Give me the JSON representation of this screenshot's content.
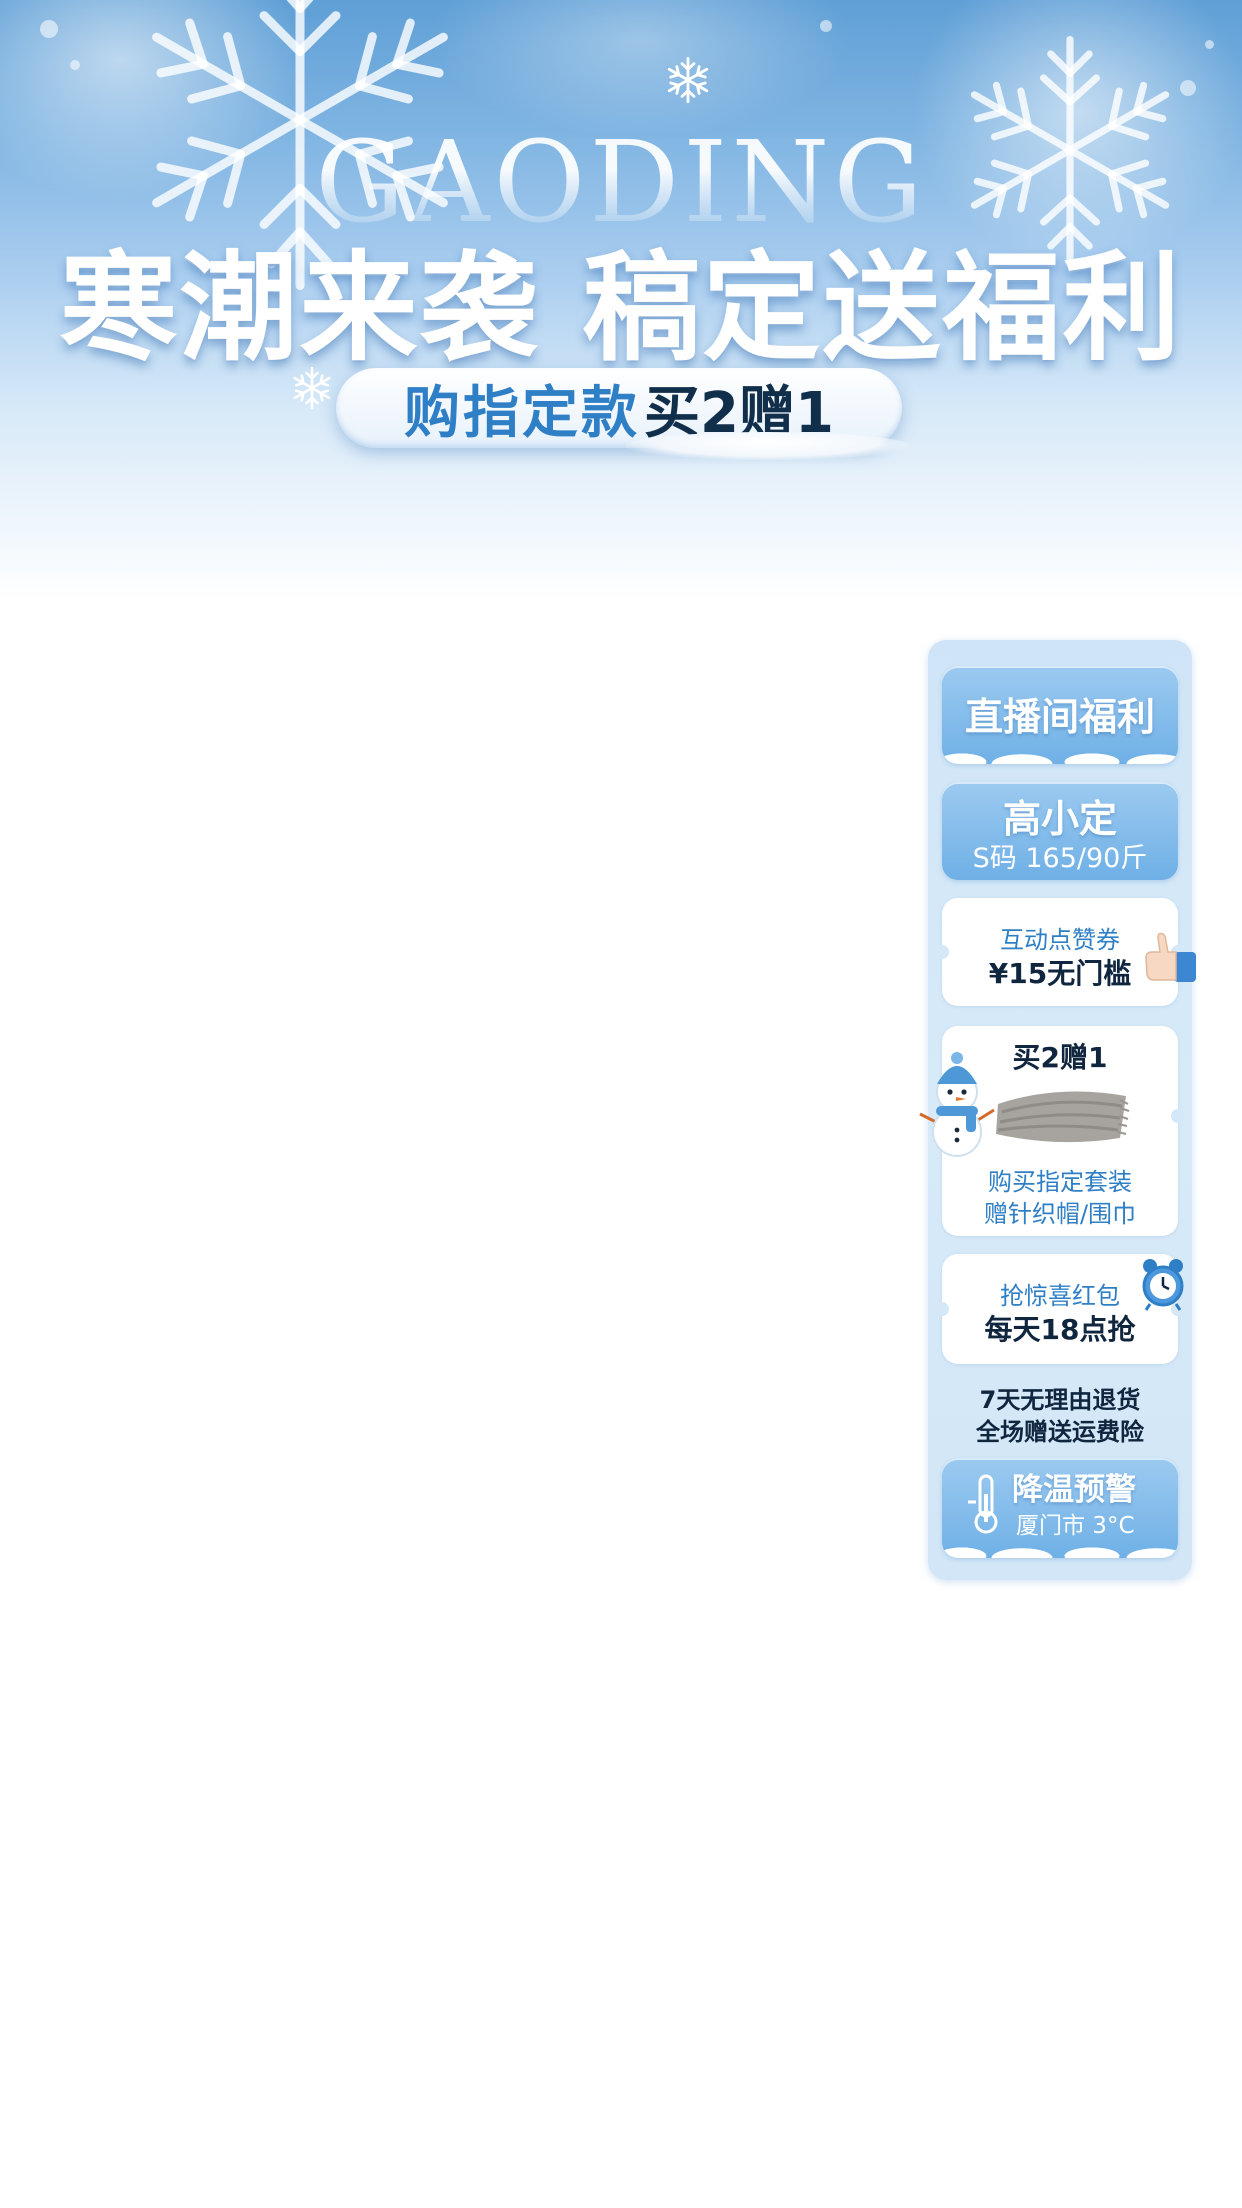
{
  "banner": {
    "watermark": "GAODING",
    "headline": "寒潮来袭 稿定送福利",
    "promo_blue": "购指定款",
    "promo_dark": "买2赠1"
  },
  "panel": {
    "live_benefit": "直播间福利",
    "model": {
      "title": "高小定",
      "size": "S码 165/90斤"
    },
    "like_coupon": {
      "label": "互动点赞券",
      "value": "¥15无门槛"
    },
    "gift": {
      "title": "买2赠1",
      "line1": "购买指定套装",
      "line2": "赠针织帽/围巾"
    },
    "red_packet": {
      "label": "抢惊喜红包",
      "value": "每天18点抢"
    },
    "service": {
      "line1": "7天无理由退货",
      "line2": "全场赠送运费险"
    },
    "weather": {
      "title": "降温预警",
      "detail": "厦门市 3°C"
    }
  },
  "colors": {
    "accent_blue": "#2f7fc6",
    "dark_text": "#10263f",
    "panel_bg": "#d2e6f7",
    "card_blue": "#6fb0e6"
  },
  "icons": [
    "snowflake-icon",
    "thumbs-up-icon",
    "snowman-icon",
    "scarf-icon",
    "alarm-clock-icon",
    "thermometer-icon"
  ]
}
